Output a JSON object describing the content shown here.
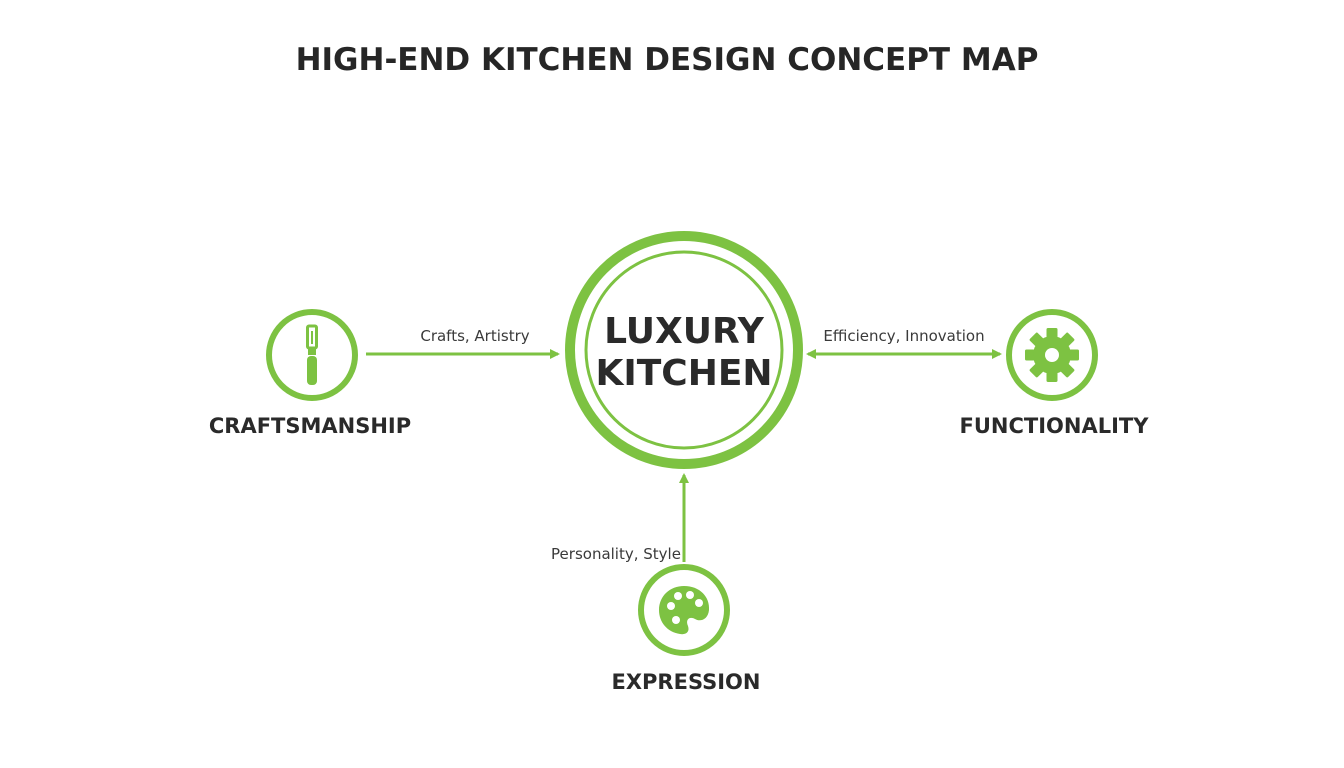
{
  "title": "HIGH-END KITCHEN DESIGN CONCEPT MAP",
  "colors": {
    "accent": "#7dc242",
    "text": "#2a2a2a"
  },
  "center": {
    "line1": "LUXURY",
    "line2": "KITCHEN"
  },
  "nodes": {
    "craftsmanship": {
      "label": "CRAFTSMANSHIP",
      "icon": "chisel-icon"
    },
    "functionality": {
      "label": "FUNCTIONALITY",
      "icon": "gear-icon"
    },
    "expression": {
      "label": "EXPRESSION",
      "icon": "palette-icon"
    }
  },
  "edges": {
    "craftsmanship": {
      "label": "Crafts, Artistry"
    },
    "functionality": {
      "label": "Efficiency, Innovation"
    },
    "expression": {
      "label": "Personality, Style"
    }
  }
}
